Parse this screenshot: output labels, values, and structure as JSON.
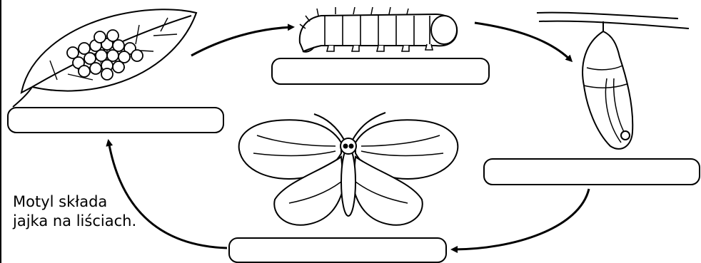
{
  "caption": {
    "line1": "Motyl składa",
    "line2": "jajka na liściach."
  },
  "stages": [
    {
      "id": "eggs",
      "icon": "eggs-on-leaf-icon",
      "answer": ""
    },
    {
      "id": "caterpillar",
      "icon": "caterpillar-icon",
      "answer": ""
    },
    {
      "id": "pupa",
      "icon": "chrysalis-icon",
      "answer": ""
    },
    {
      "id": "butterfly",
      "icon": "butterfly-icon",
      "answer": ""
    }
  ],
  "colors": {
    "line": "#000000",
    "background": "#ffffff"
  }
}
